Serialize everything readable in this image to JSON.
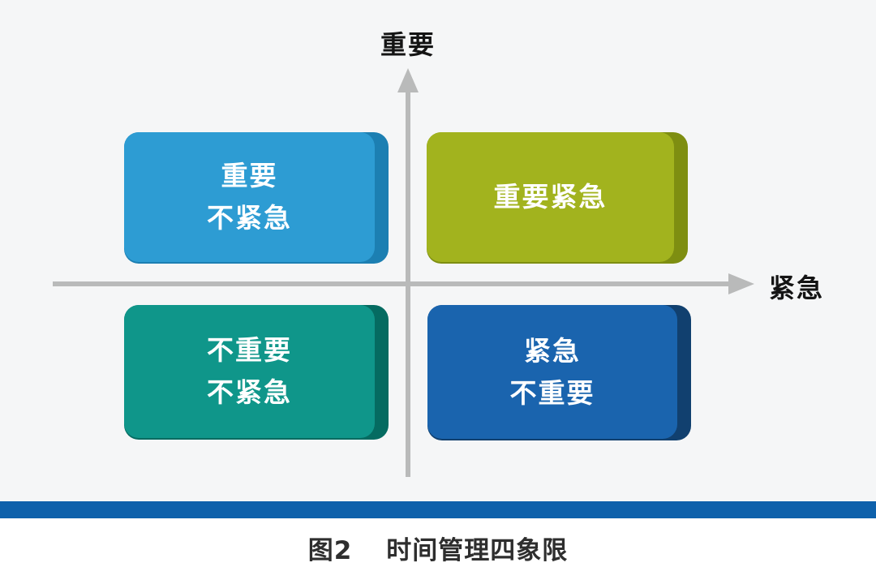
{
  "figure": {
    "background_color": "#f5f6f7",
    "axis_color": "#b9baba",
    "vertical_axis_label": "重要",
    "horizontal_axis_label": "紧急",
    "quadrants": [
      {
        "name": "important-not-urgent",
        "lines": [
          "重要",
          "不紧急"
        ],
        "fill": "#2d9cd3",
        "edge": "#1c7fb2"
      },
      {
        "name": "important-urgent",
        "lines": [
          "重要紧急"
        ],
        "fill": "#a2b31e",
        "edge": "#7e8e11"
      },
      {
        "name": "not-important-not-urgent",
        "lines": [
          "不重要",
          "不紧急"
        ],
        "fill": "#0f968a",
        "edge": "#056b61"
      },
      {
        "name": "urgent-not-important",
        "lines": [
          "紧急",
          "不重要"
        ],
        "fill": "#1a64ae",
        "edge": "#11406f"
      }
    ],
    "divider_color": "#0e61ab",
    "caption": {
      "prefix": "图2",
      "title": "时间管理四象限"
    }
  }
}
